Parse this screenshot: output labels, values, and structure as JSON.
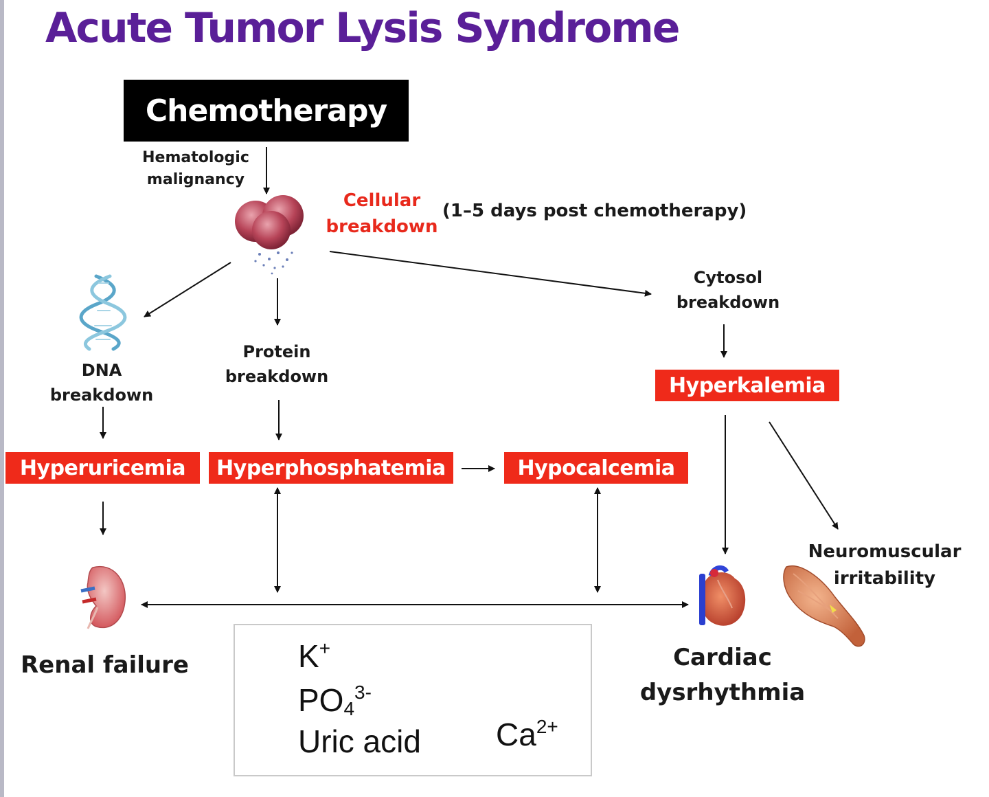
{
  "title": "Acute Tumor Lysis Syndrome",
  "nodes": {
    "chemotherapy": "Chemotherapy",
    "hematologic_line1": "Hematologic",
    "hematologic_line2": "malignancy",
    "cellular_line1": "Cellular",
    "cellular_line2": "breakdown",
    "timing_note": "(1–5 days post chemotherapy)",
    "dna_line1": "DNA",
    "dna_line2": "breakdown",
    "protein_line1": "Protein",
    "protein_line2": "breakdown",
    "cytosol_line1": "Cytosol",
    "cytosol_line2": "breakdown",
    "hyperkalemia": "Hyperkalemia",
    "hyperuricemia": "Hyperuricemia",
    "hyperphosphatemia": "Hyperphosphatemia",
    "hypocalcemia": "Hypocalcemia",
    "renal_failure": "Renal failure",
    "neuromuscular_line1": "Neuromuscular",
    "neuromuscular_line2": "irritability",
    "cardiac_line1": "Cardiac",
    "cardiac_line2": "dysrhythmia"
  },
  "summary": {
    "increased": {
      "k": "K",
      "k_charge": "+",
      "po4": "PO",
      "po4_sub": "4",
      "po4_charge": "3-",
      "uric_acid": "Uric acid"
    },
    "decreased": {
      "ca": "Ca",
      "ca_charge": "2+"
    }
  },
  "colors": {
    "title": "#5a1f98",
    "highlight_red": "#ef2a1a",
    "red_text": "#e8291c",
    "black_box": "#000000"
  }
}
